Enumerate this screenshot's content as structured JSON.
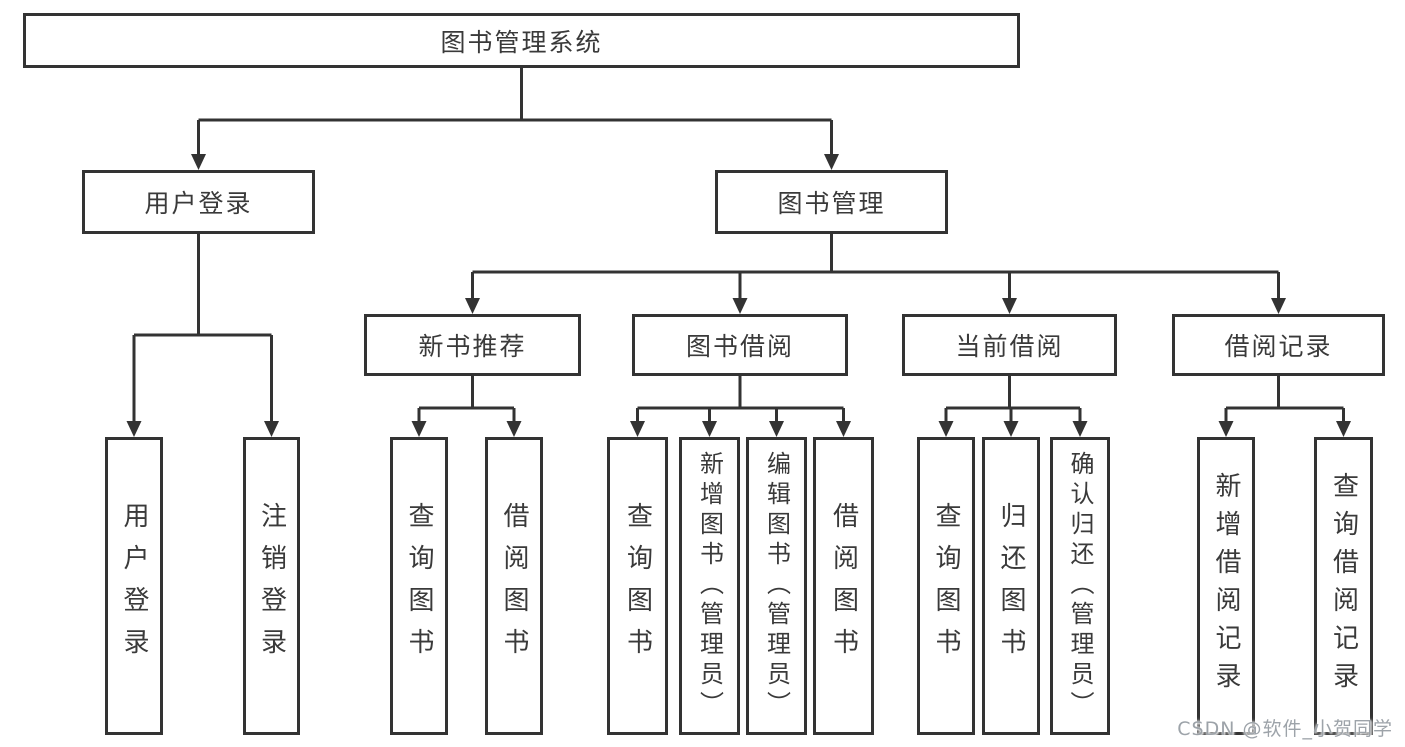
{
  "diagram": {
    "root": {
      "label": "图书管理系统"
    },
    "branches": [
      {
        "label": "用户登录",
        "children": [
          "用户登录",
          "注销登录"
        ]
      },
      {
        "label": "图书管理",
        "children": [
          {
            "label": "新书推荐",
            "children": [
              "查询图书",
              "借阅图书"
            ]
          },
          {
            "label": "图书借阅",
            "children": [
              "查询图书",
              "新增图书（管理员）",
              "编辑图书（管理员）",
              "借阅图书"
            ]
          },
          {
            "label": "当前借阅",
            "children": [
              "查询图书",
              "归还图书",
              "确认归还（管理员）"
            ]
          },
          {
            "label": "借阅记录",
            "children": [
              "新增借阅记录",
              "查询借阅记录"
            ]
          }
        ]
      }
    ]
  },
  "watermark": {
    "text": "CSDN @软件_小贺同学"
  },
  "colors": {
    "line": "#333333",
    "text": "#3a3a3a",
    "background": "#ffffff",
    "watermark": "#9da3a9"
  }
}
